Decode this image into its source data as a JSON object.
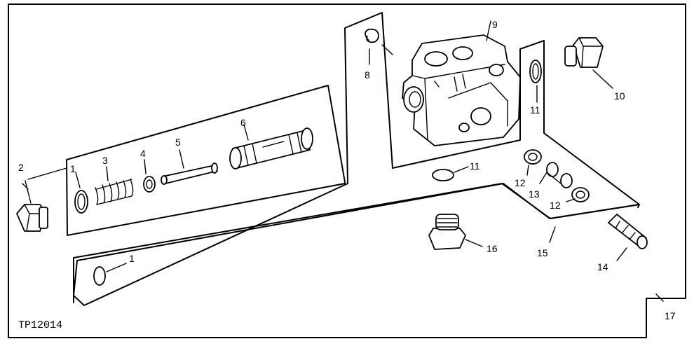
{
  "figure": {
    "caption": "TP12014",
    "callouts": [
      {
        "id": "callout-1a",
        "text": "1"
      },
      {
        "id": "callout-1b",
        "text": "1"
      },
      {
        "id": "callout-2",
        "text": "2"
      },
      {
        "id": "callout-3",
        "text": "3"
      },
      {
        "id": "callout-4",
        "text": "4"
      },
      {
        "id": "callout-5",
        "text": "5"
      },
      {
        "id": "callout-6",
        "text": "6"
      },
      {
        "id": "callout-8",
        "text": "8"
      },
      {
        "id": "callout-9",
        "text": "9"
      },
      {
        "id": "callout-10",
        "text": "10"
      },
      {
        "id": "callout-11a",
        "text": "11"
      },
      {
        "id": "callout-11b",
        "text": "11"
      },
      {
        "id": "callout-12a",
        "text": "12"
      },
      {
        "id": "callout-12b",
        "text": "12"
      },
      {
        "id": "callout-13",
        "text": "13"
      },
      {
        "id": "callout-14",
        "text": "14"
      },
      {
        "id": "callout-15",
        "text": "15"
      },
      {
        "id": "callout-16",
        "text": "16"
      },
      {
        "id": "callout-17",
        "text": "17"
      }
    ]
  }
}
